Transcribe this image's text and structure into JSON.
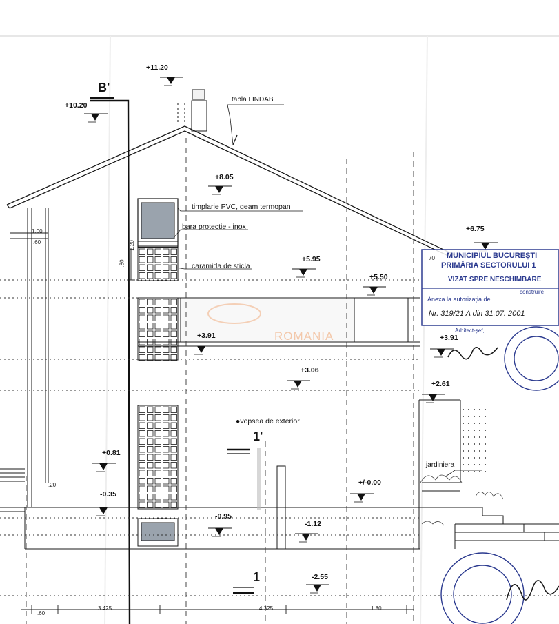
{
  "section_marks": {
    "top": "B'",
    "mid": "1'",
    "bottom": "1"
  },
  "elevations": [
    {
      "id": "e1120",
      "text": "+11.20"
    },
    {
      "id": "e1020",
      "text": "+10.20"
    },
    {
      "id": "e805",
      "text": "+8.05"
    },
    {
      "id": "e675",
      "text": "+6.75"
    },
    {
      "id": "e595",
      "text": "+5.95"
    },
    {
      "id": "e550",
      "text": "+5.50"
    },
    {
      "id": "e391a",
      "text": "+3.91"
    },
    {
      "id": "e391b",
      "text": "+3.91"
    },
    {
      "id": "e306",
      "text": "+3.06"
    },
    {
      "id": "e261",
      "text": "+2.61"
    },
    {
      "id": "e081",
      "text": "+0.81"
    },
    {
      "id": "e000",
      "text": "+/-0.00"
    },
    {
      "id": "m035",
      "text": "-0.35"
    },
    {
      "id": "m095",
      "text": "-0.95"
    },
    {
      "id": "m112",
      "text": "-1.12"
    },
    {
      "id": "m255",
      "text": "-2.55"
    }
  ],
  "annotations": {
    "roof": "tabla LINDAB",
    "window": "timplarie PVC, geam termopan",
    "rail": "bara protectie - inox",
    "glass_brick": "caramida de sticla",
    "paint": "vopsea de exterior",
    "planter": "jardiniera",
    "watermark": "ROMANIA"
  },
  "dimensions": {
    "d100": "1.00",
    "d60top": ".60",
    "d80": ".80",
    "d120": "1.20",
    "d20": ".20",
    "d70": "70",
    "bottom": [
      ".60",
      "3.425",
      "4.325",
      "1.80"
    ]
  },
  "stamp": {
    "line1": "MUNICIPIUL BUCUREȘTI",
    "line2": "PRIMĂRIA SECTORULUI 1",
    "line3": "VIZAT SPRE NESCHIMBARE",
    "line4": "construire",
    "line5": "Anexa la autorizația de",
    "line6": "Nr. 319/21 A din 31.07. 2001",
    "line7": "Arhitect-șef,"
  },
  "colors": {
    "line": "#1a1a1a",
    "stamp": "#2b3a8f",
    "window_fill": "#9aa3ad",
    "watermark": "#f2b48a"
  }
}
